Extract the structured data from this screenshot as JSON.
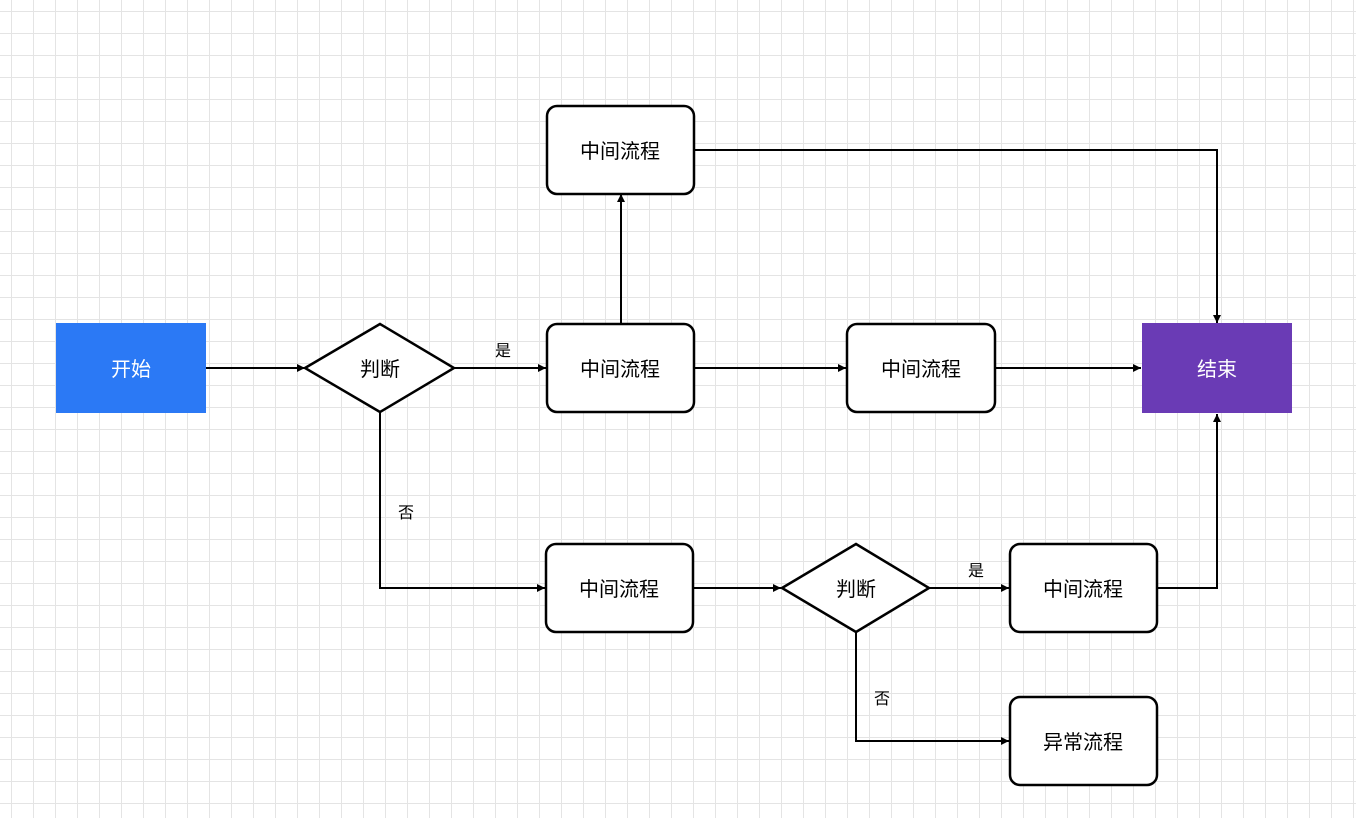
{
  "colors": {
    "start_fill": "#2b79f5",
    "end_fill": "#6a3bb5",
    "stroke": "#000000",
    "node_fill": "#ffffff"
  },
  "nodes": {
    "start": "开始",
    "decision_1": "判断",
    "process_top": "中间流程",
    "process_mid_1": "中间流程",
    "process_mid_2": "中间流程",
    "end": "结束",
    "process_bottom_1": "中间流程",
    "decision_2": "判断",
    "process_bottom_2": "中间流程",
    "exception": "异常流程"
  },
  "edges": {
    "d1_yes": "是",
    "d1_no": "否",
    "d2_yes": "是",
    "d2_no": "否"
  }
}
